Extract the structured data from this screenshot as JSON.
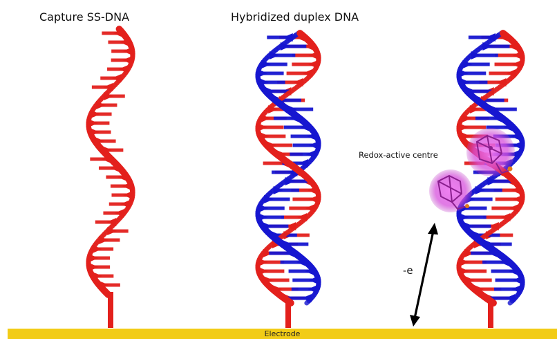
{
  "labels": {
    "capture": "Capture SS-DNA",
    "duplex": "Hybridized duplex DNA",
    "redox": "Redox-active centre",
    "electron": "-e",
    "electrode": "Electrode"
  },
  "colors": {
    "strand_red": "#e3201c",
    "strand_blue": "#1616d0",
    "redox_glow": "#dd55e0",
    "electrode": "#f2cc17"
  },
  "icons": {
    "arrow": "double-headed-arrow"
  }
}
